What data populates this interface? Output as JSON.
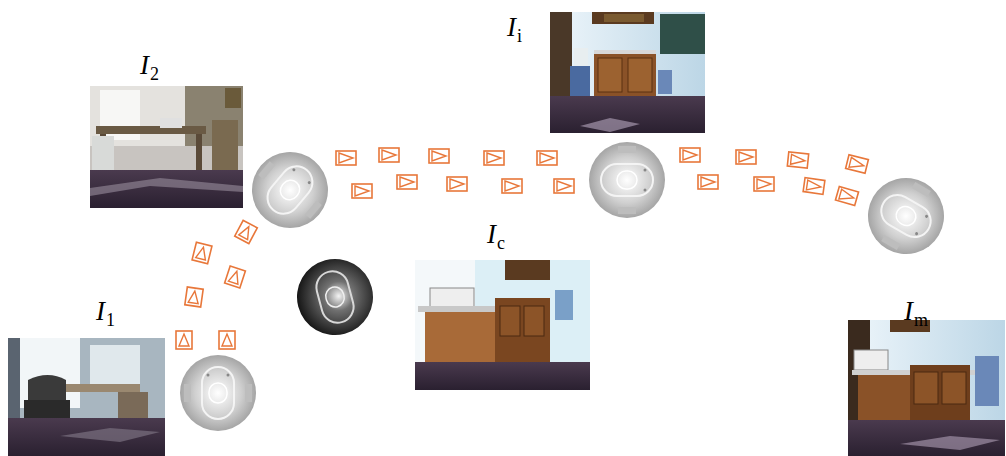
{
  "diagram": {
    "labels": [
      "I",
      "2",
      "I",
      "i",
      "I",
      "c",
      "I",
      "1",
      "I",
      "m"
    ]
  }
}
